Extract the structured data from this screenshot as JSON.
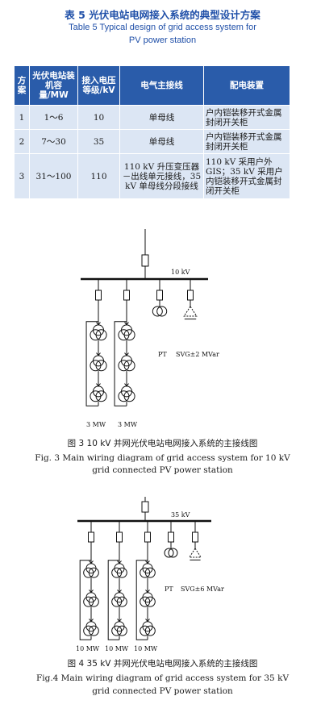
{
  "table": {
    "title_cn": "表 5  光伏电站电网接入系统的典型设计方案",
    "title_en_line1": "Table 5  Typical design of grid access system for",
    "title_en_line2": "PV power station",
    "headers": [
      "方案",
      "光伏电站装机容量/MW",
      "接入电压等级/kV",
      "电气主接线",
      "配电装置"
    ],
    "rows": [
      [
        "1",
        "1～6",
        "10",
        "单母线",
        "户内铠装移开式金属封闭开关柜"
      ],
      [
        "2",
        "7～30",
        "35",
        "单母线",
        "户内铠装移开式金属封闭开关柜"
      ],
      [
        "3",
        "31～100",
        "110",
        "110 kV 升压变压器－出线单元接线，35 kV 单母线分段接线",
        "110 kV 采用户外GIS；35 kV 采用户内铠装移开式金属封闭开关柜"
      ]
    ]
  },
  "fig3": {
    "bus_label": "10 kV",
    "pt_label": "PT",
    "svg_label": "SVG±2 MVar",
    "unit_labels": [
      "3 MW",
      "3 MW"
    ],
    "caption_cn": "图 3  10 kV 并网光伏电站电网接入系统的主接线图",
    "caption_en_line1": "Fig. 3  Main wiring diagram of grid access system for 10 kV",
    "caption_en_line2": "grid connected PV power station"
  },
  "fig4": {
    "bus_label": "35 kV",
    "pt_label": "PT",
    "svg_label": "SVG±6 MVar",
    "unit_labels": [
      "10 MW",
      "10 MW",
      "10 MW"
    ],
    "caption_cn": "图 4  35 kV 并网光伏电站电网接入系统的主接线图",
    "caption_en_line1": "Fig.4 Main wiring diagram of grid access system for 35 kV",
    "caption_en_line2": "grid connected PV power station"
  }
}
